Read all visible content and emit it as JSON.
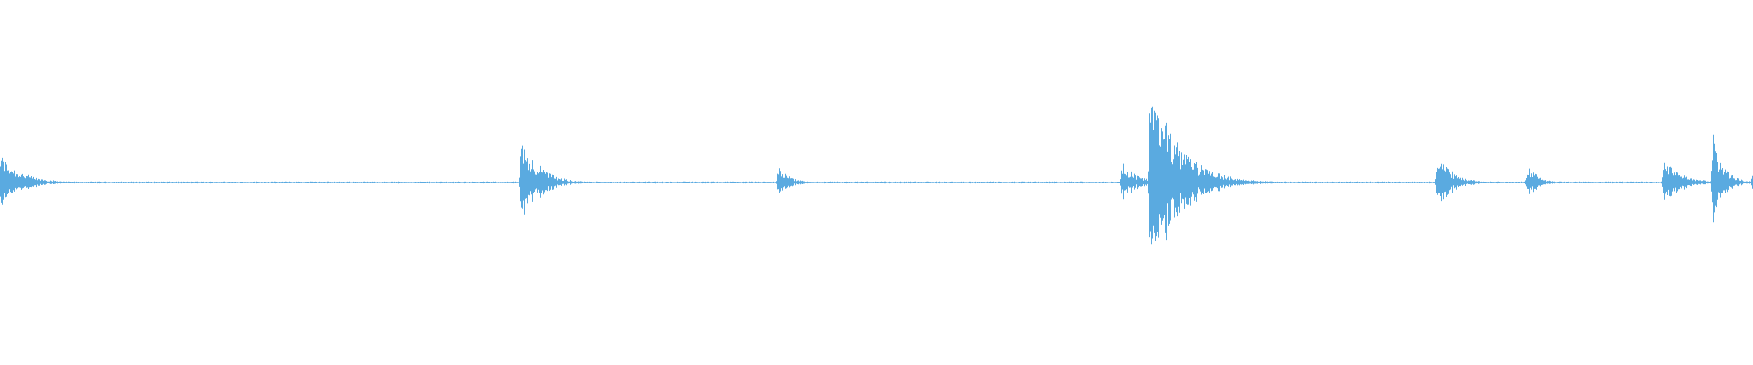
{
  "waveform": {
    "color": "#5aaae0",
    "background": "#ffffff",
    "baseline_amplitude": 0.006,
    "bursts": [
      {
        "position": 0.0,
        "amplitude": 0.16,
        "decay": 0.012
      },
      {
        "position": 0.297,
        "amplitude": 0.27,
        "decay": 0.01
      },
      {
        "position": 0.444,
        "amplitude": 0.1,
        "decay": 0.006
      },
      {
        "position": 0.64,
        "amplitude": 0.12,
        "decay": 0.008
      },
      {
        "position": 0.656,
        "amplitude": 0.58,
        "decay": 0.016
      },
      {
        "position": 0.82,
        "amplitude": 0.17,
        "decay": 0.008
      },
      {
        "position": 0.871,
        "amplitude": 0.11,
        "decay": 0.006
      },
      {
        "position": 0.949,
        "amplitude": 0.13,
        "decay": 0.01
      },
      {
        "position": 0.977,
        "amplitude": 0.27,
        "decay": 0.006
      },
      {
        "position": 1.0,
        "amplitude": 0.07,
        "decay": 0.004
      }
    ]
  }
}
